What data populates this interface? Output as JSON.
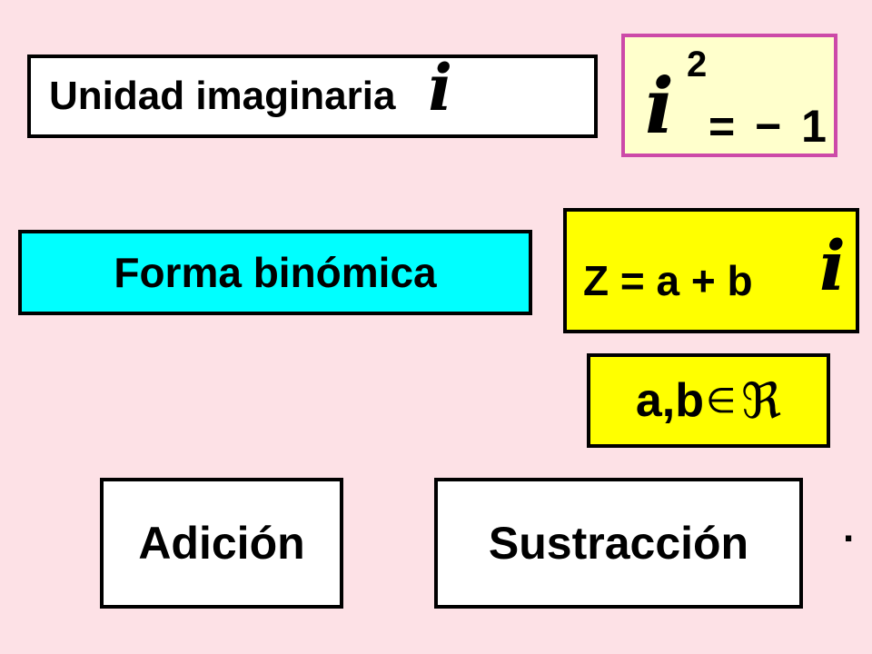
{
  "slide": {
    "unidad": {
      "label": "Unidad imaginaria",
      "symbol": "i"
    },
    "i_squared": {
      "base": "i",
      "exponent": "2",
      "equals": "= − 1"
    },
    "forma": {
      "label": "Forma binómica"
    },
    "z_formula": {
      "text": "Z = a + b",
      "symbol": "i"
    },
    "ab_real": {
      "vars": "a,b",
      "element_of": "∈",
      "real_set": "ℜ"
    },
    "operations": {
      "adicion": "Adición",
      "sustraccion": "Sustracción"
    },
    "trailing_dot": "."
  },
  "colors": {
    "background": "#fde1e6",
    "cyan_box": "#00ffff",
    "yellow_box": "#ffff00",
    "light_yellow_box": "#ffffcc",
    "magenta_border": "#cc4aa8"
  }
}
